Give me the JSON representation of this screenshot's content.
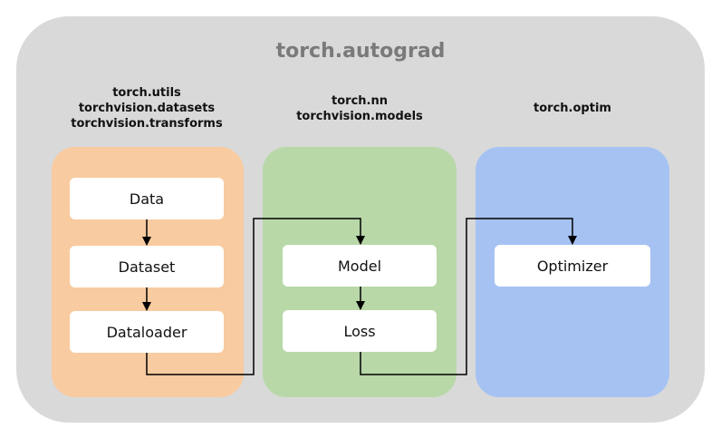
{
  "title": "torch.autograd",
  "groups": [
    {
      "labels": [
        "torch.utils",
        "torchvision.datasets",
        "torchvision.transforms"
      ],
      "color": "#f8cba0"
    },
    {
      "labels": [
        "torch.nn",
        "torchvision.models"
      ],
      "color": "#b8d8a8"
    },
    {
      "labels": [
        "torch.optim"
      ],
      "color": "#a6c2f3"
    }
  ],
  "nodes": {
    "data": "Data",
    "dataset": "Dataset",
    "dataloader": "Dataloader",
    "model": "Model",
    "loss": "Loss",
    "optimizer": "Optimizer"
  },
  "edges": [
    [
      "Data",
      "Dataset"
    ],
    [
      "Dataset",
      "Dataloader"
    ],
    [
      "Dataloader",
      "Model"
    ],
    [
      "Model",
      "Loss"
    ],
    [
      "Loss",
      "Optimizer"
    ]
  ],
  "colors": {
    "background": "#d9d9d9",
    "title": "#7a7a7a",
    "arrow": "#000000"
  }
}
